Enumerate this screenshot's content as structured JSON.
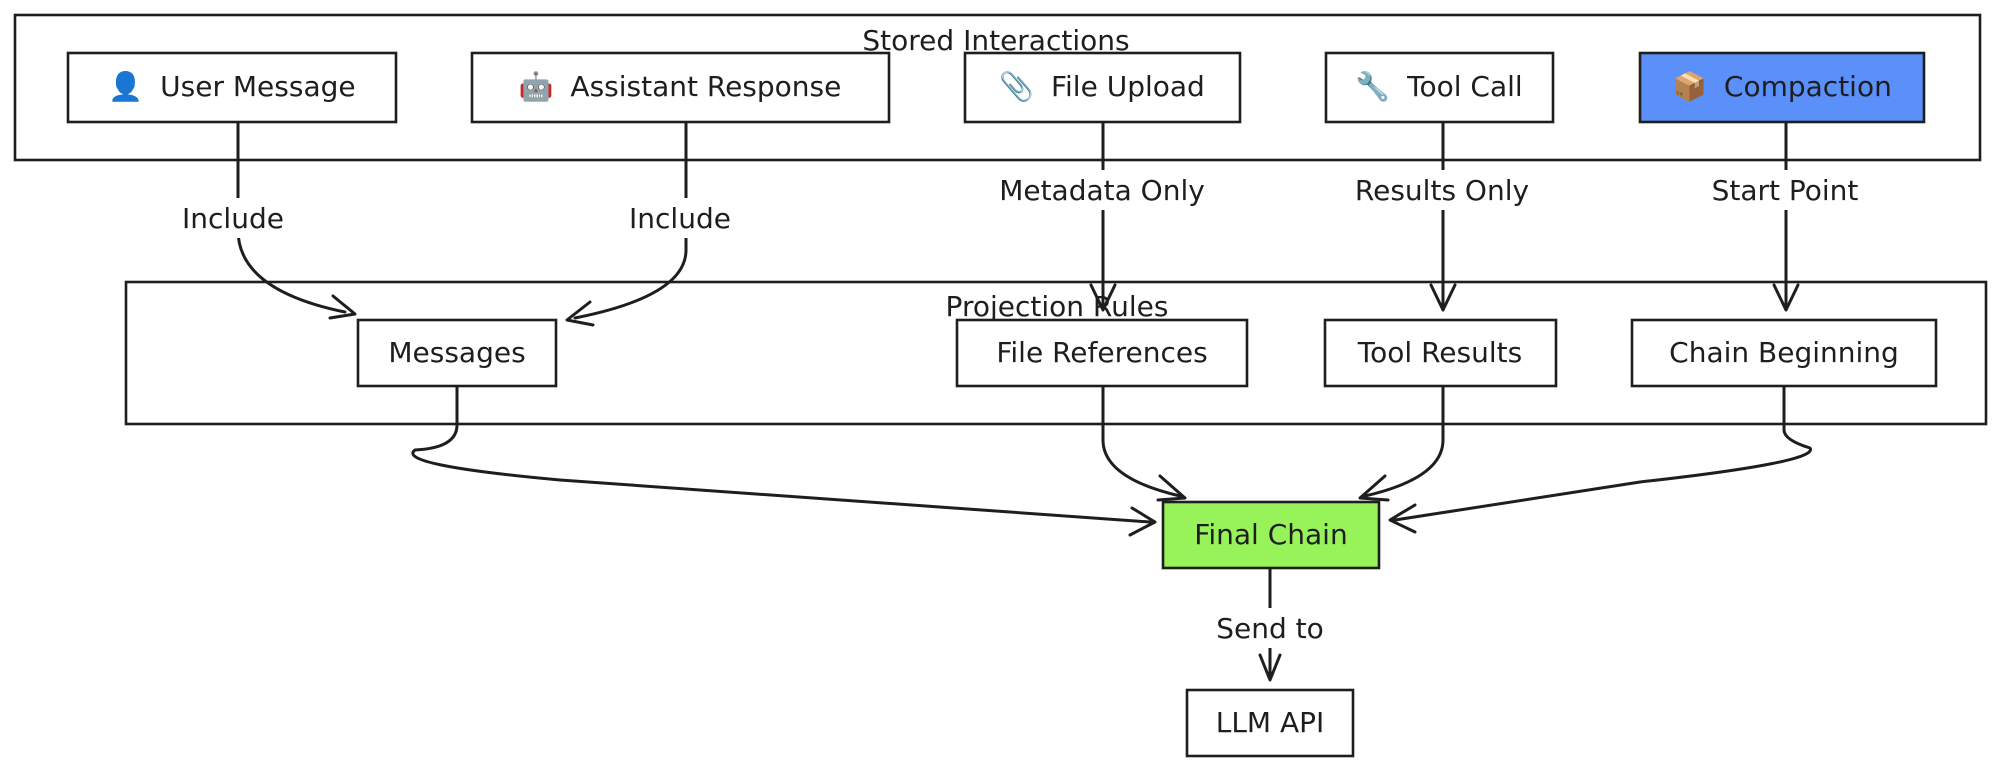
{
  "groups": {
    "stored": {
      "label": "Stored Interactions"
    },
    "projection": {
      "label": "Projection Rules"
    }
  },
  "nodes": {
    "user_message": {
      "icon": "👤",
      "icon_name": "user-icon",
      "label": "User Message"
    },
    "assistant_response": {
      "icon": "🤖",
      "icon_name": "robot-icon",
      "label": "Assistant Response"
    },
    "file_upload": {
      "icon": "📎",
      "icon_name": "paperclip-icon",
      "label": "File Upload"
    },
    "tool_call": {
      "icon": "🔧",
      "icon_name": "wrench-icon",
      "label": "Tool Call"
    },
    "compaction": {
      "icon": "📦",
      "icon_name": "package-icon",
      "label": "Compaction",
      "fill": "#5b8ff9"
    },
    "messages": {
      "label": "Messages"
    },
    "file_references": {
      "label": "File References"
    },
    "tool_results": {
      "label": "Tool Results"
    },
    "chain_beginning": {
      "label": "Chain Beginning"
    },
    "final_chain": {
      "label": "Final Chain",
      "fill": "#98f25a"
    },
    "llm_api": {
      "label": "LLM API"
    }
  },
  "edges": {
    "user_include": {
      "from": "User Message",
      "to": "Messages",
      "label": "Include"
    },
    "assistant_include": {
      "from": "Assistant Response",
      "to": "Messages",
      "label": "Include"
    },
    "file_metadata": {
      "from": "File Upload",
      "to": "File References",
      "label": "Metadata Only"
    },
    "tool_results_only": {
      "from": "Tool Call",
      "to": "Tool Results",
      "label": "Results Only"
    },
    "compaction_start": {
      "from": "Compaction",
      "to": "Chain Beginning",
      "label": "Start Point"
    },
    "send_to": {
      "from": "Final Chain",
      "to": "LLM API",
      "label": "Send to"
    }
  }
}
